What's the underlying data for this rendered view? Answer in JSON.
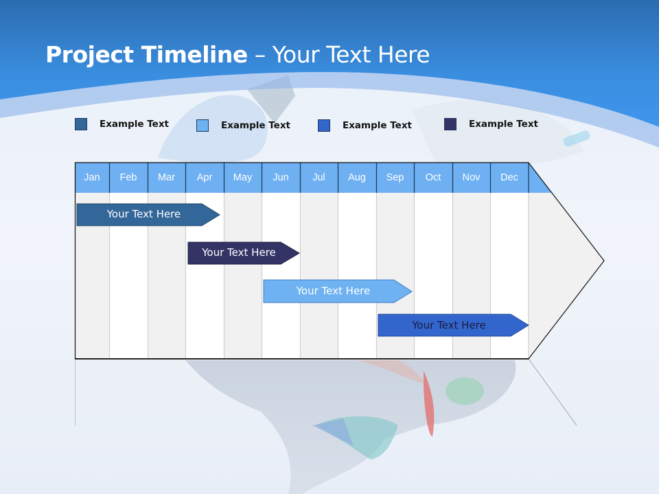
{
  "slide": {
    "title_bold": "Project Timeline",
    "title_rest": " – Your Text Here"
  },
  "legend": [
    {
      "label": "Example Text",
      "color": "#336699"
    },
    {
      "label": "Example Text",
      "color": "#6fb2f2"
    },
    {
      "label": "Example Text",
      "color": "#3366cc"
    },
    {
      "label": "Example Text",
      "color": "#333366"
    }
  ],
  "timeline": {
    "months": [
      "Jan",
      "Feb",
      "Mar",
      "Apr",
      "May",
      "Jun",
      "Jul",
      "Aug",
      "Sep",
      "Oct",
      "Nov",
      "Dec"
    ],
    "header_color": "#6eb0f2",
    "bars": [
      {
        "label": "Your  Text Here",
        "color": "#336699",
        "text_color": "#ffffff",
        "start_month": "Jan",
        "end_month": "Apr"
      },
      {
        "label": "Your  Text Here",
        "color": "#333366",
        "text_color": "#ffffff",
        "start_month": "Apr",
        "end_month": "Jun"
      },
      {
        "label": "Your  Text Here",
        "color": "#6fb2f2",
        "text_color": "#ffffff",
        "start_month": "Jun",
        "end_month": "Sep"
      },
      {
        "label": "Your  Text Here",
        "color": "#3366cc",
        "text_color": "#1a1a40",
        "start_month": "Sep",
        "end_month": "Dec"
      }
    ]
  }
}
